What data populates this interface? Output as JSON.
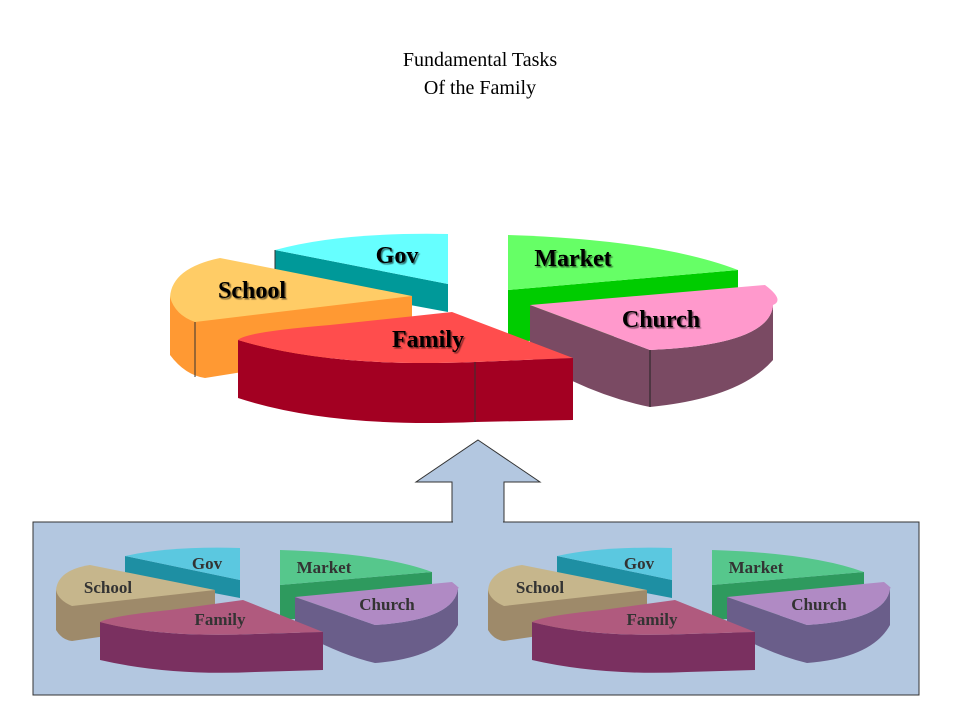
{
  "title": {
    "line1": "Fundamental Tasks",
    "line2": "Of the Family"
  },
  "main_pie": {
    "labels": {
      "gov": "Gov",
      "market": "Market",
      "school": "School",
      "church": "Church",
      "family": "Family"
    }
  },
  "small_pies": [
    {
      "labels": {
        "gov": "Gov",
        "market": "Market",
        "school": "School",
        "church": "Church",
        "family": "Family"
      }
    },
    {
      "labels": {
        "gov": "Gov",
        "market": "Market",
        "school": "School",
        "church": "Church",
        "family": "Family"
      }
    }
  ],
  "colors": {
    "gov_top": "#66FFFF",
    "gov_side": "#009999",
    "market_top": "#66FF66",
    "market_side": "#00CC00",
    "school_top": "#FFCC66",
    "school_side": "#FF9933",
    "church_top": "#FF99CC",
    "church_side": "#7A4A63",
    "family_top": "#FF4D4D",
    "family_side": "#A30022",
    "panel": "#B3C7E0",
    "arrow": "#B3C7E0"
  }
}
